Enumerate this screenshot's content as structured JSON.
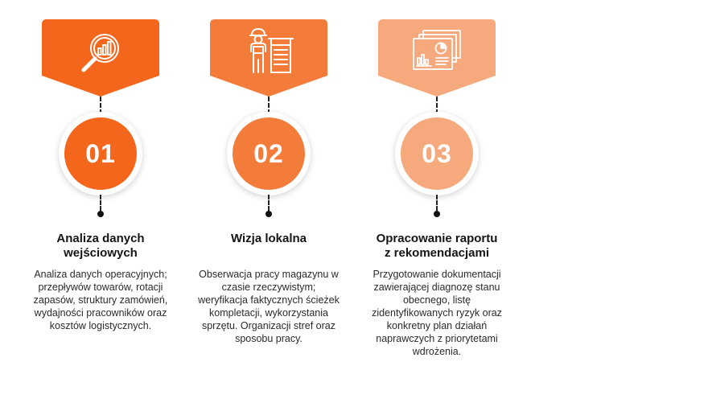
{
  "steps": [
    {
      "number": "01",
      "title_line1": "Analiza danych",
      "title_line2": "wejściowych",
      "description": "Analiza danych operacyjnych; przepływów towarów, rotacji zapasów, struktury zamówień, wydajności pracowników oraz kosztów logistycznych.",
      "icon": "magnifier-chart-icon",
      "color": "#f4661b"
    },
    {
      "number": "02",
      "title_line1": "Wizja lokalna",
      "title_line2": "",
      "description": "Obserwacja pracy magazynu w czasie rzeczywistym; weryfikacja faktycznych ścieżek kompletacji, wykorzystania sprzętu. Organizacji stref oraz sposobu pracy.",
      "icon": "worker-rack-icon",
      "color": "#f37c3b"
    },
    {
      "number": "03",
      "title_line1": "Opracowanie raportu",
      "title_line2": "z rekomendacjami",
      "description": "Przygotowanie dokumentacji zawierającej diagnozę stanu obecnego, listę zidentyfikowanych ryzyk oraz konkretny plan działań naprawczych z priorytetami wdrożenia.",
      "icon": "report-slides-icon",
      "color": "#f6a97c"
    }
  ]
}
